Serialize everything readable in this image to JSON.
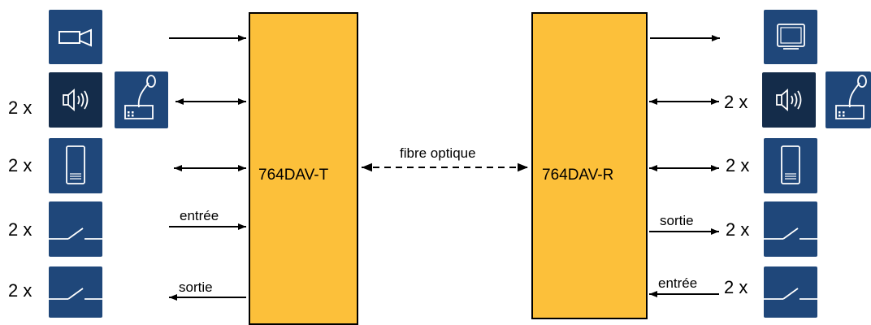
{
  "transmitter": {
    "label": "764DAV-T"
  },
  "receiver": {
    "label": "764DAV-R"
  },
  "link": {
    "label": "fibre optique"
  },
  "multipliers": {
    "left": [
      "2 x",
      "2 x",
      "2 x",
      "2 x"
    ],
    "right": [
      "2 x",
      "2 x",
      "2 x",
      "2 x"
    ]
  },
  "io_labels": {
    "left_input": "entrée",
    "left_output": "sortie",
    "right_output": "sortie",
    "right_input": "entrée"
  },
  "colors": {
    "box_fill": "#fcc03a",
    "tile": "#1f477a",
    "tile_dark": "#142c4a",
    "line": "#000000"
  },
  "icons": {
    "left": [
      "video-camera-icon",
      "speaker-icon",
      "intercom-handset-icon",
      "data-rack-icon",
      "contact-switch-icon",
      "contact-switch-icon"
    ],
    "right": [
      "monitor-icon",
      "speaker-icon",
      "intercom-handset-icon",
      "data-rack-icon",
      "contact-switch-icon",
      "contact-switch-icon"
    ]
  }
}
